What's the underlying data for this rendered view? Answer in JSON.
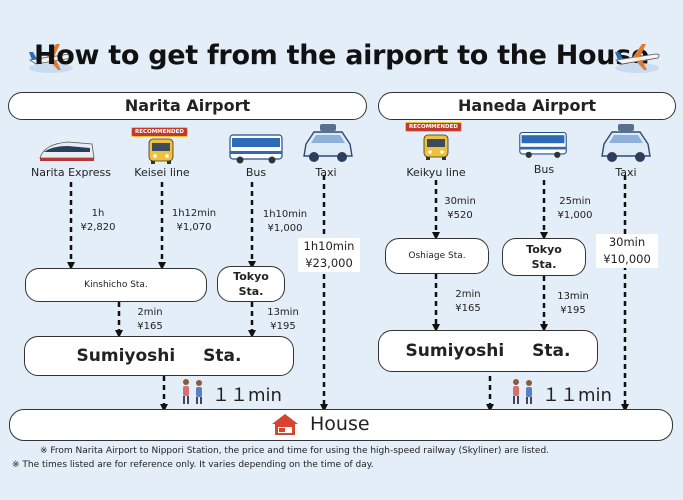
{
  "title": "How to get from the airport to the House",
  "narita": {
    "header": "Narita Airport",
    "routes": [
      {
        "label": "Narita Express",
        "time": "1h",
        "price": "¥2,820"
      },
      {
        "label": "Keisei line",
        "time": "1h12min",
        "price": "¥1,070",
        "badge": "RECOMMENDED"
      },
      {
        "label": "Bus",
        "time": "1h10min",
        "price": "¥1,000"
      },
      {
        "label": "Taxi",
        "time": "1h10min",
        "price": "¥23,000"
      }
    ],
    "kinshicho": "Kinshicho Sta.",
    "tokyo_line1": "Tokyo",
    "tokyo_line2": "Sta.",
    "seg_kinshicho": {
      "time": "2min",
      "price": "¥165"
    },
    "seg_tokyo": {
      "time": "13min",
      "price": "¥195"
    },
    "sumiyoshi": "Sumiyoshi Sta.",
    "walk": "１１min"
  },
  "haneda": {
    "header": "Haneda Airport",
    "routes": [
      {
        "label": "Keikyu line",
        "time": "30min",
        "price": "¥520",
        "badge": "RECOMMENDED"
      },
      {
        "label": "Bus",
        "time": "25min",
        "price": "¥1,000"
      },
      {
        "label": "Taxi",
        "time": "30min",
        "price": "¥10,000"
      }
    ],
    "oshiage": "Oshiage Sta.",
    "tokyo_line1": "Tokyo",
    "tokyo_line2": "Sta.",
    "seg_oshiage": {
      "time": "2min",
      "price": "¥165"
    },
    "seg_tokyo": {
      "time": "13min",
      "price": "¥195"
    },
    "sumiyoshi": "Sumiyoshi Sta.",
    "walk": "１１min"
  },
  "house": "House",
  "notes": [
    "※ From Narita Airport to Nippori Station, the price and time for using the high-speed railway (Skyliner) are listed.",
    "※ The times listed are for reference only. It varies depending on the time of day."
  ]
}
